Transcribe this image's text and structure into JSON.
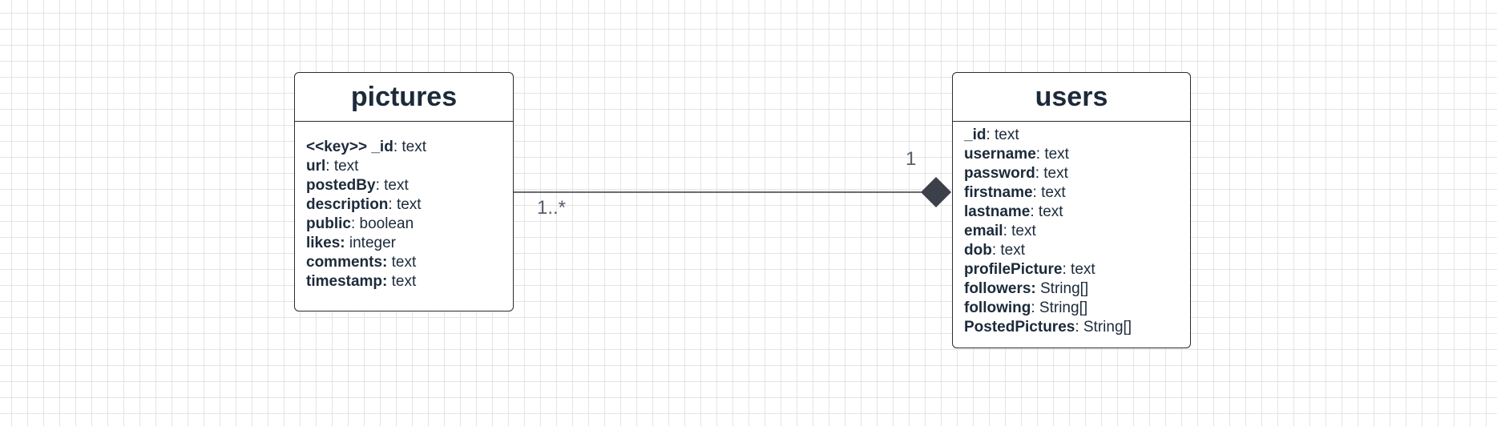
{
  "entities": {
    "pictures": {
      "title": "pictures",
      "attributes": [
        {
          "name": "<<key>> _id",
          "type": ": text"
        },
        {
          "name": "url",
          "type": ": text"
        },
        {
          "name": "postedBy",
          "type": ": text"
        },
        {
          "name": "description",
          "type": ": text"
        },
        {
          "name": "public",
          "type": ": boolean"
        },
        {
          "name": "likes:",
          "type": " integer"
        },
        {
          "name": "comments:",
          "type": " text"
        },
        {
          "name": "timestamp:",
          "type": " text"
        }
      ]
    },
    "users": {
      "title": "users",
      "attributes": [
        {
          "name": "_id",
          "type": ": text"
        },
        {
          "name": "username",
          "type": ": text"
        },
        {
          "name": "password",
          "type": ": text"
        },
        {
          "name": "firstname",
          "type": ": text"
        },
        {
          "name": "lastname",
          "type": ": text"
        },
        {
          "name": "email",
          "type": ": text"
        },
        {
          "name": "dob",
          "type": ": text"
        },
        {
          "name": "profilePicture",
          "type": ": text"
        },
        {
          "name": "followers:",
          "type": " String[]"
        },
        {
          "name": "following",
          "type": ": String[]"
        },
        {
          "name": "PostedPictures",
          "type": ": String[]"
        }
      ]
    }
  },
  "relationship": {
    "type": "composition",
    "from_multiplicity": "1..*",
    "to_multiplicity": "1",
    "line_color": "#3a3a3a",
    "diamond_color": "#3b4049"
  }
}
